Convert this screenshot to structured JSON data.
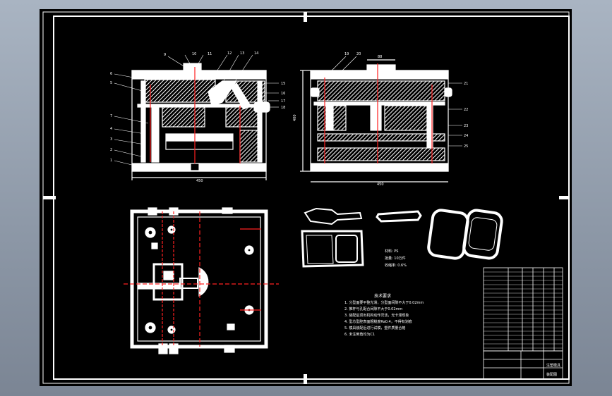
{
  "drawing": {
    "dimension_width": "450",
    "dimension_right": "400",
    "dimension_top": "88",
    "left_callouts": [
      "6",
      "5",
      "7",
      "4",
      "3",
      "2",
      "1"
    ],
    "top_callouts_left": [
      "9",
      "10",
      "11",
      "12",
      "13",
      "14"
    ],
    "right_callouts_left": [
      "15",
      "16",
      "17",
      "18"
    ],
    "top_callouts_right": [
      "19",
      "20"
    ],
    "right_callouts_right": [
      "21",
      "22",
      "23",
      "24",
      "25"
    ],
    "part_info": {
      "material": "材料: PS",
      "batch": "批量: 10万件",
      "shrink": "收缩率: 0.6%"
    },
    "tech_title": "技术要求",
    "tech_notes": [
      "1. 分型面要平整光滑，分型面间隙不大于0.02mm",
      "2. 推杆与孔配合间隙不大于0.02mm",
      "3. 装配后顶出机构动作灵活，无卡滞现象",
      "4. 型芯型腔表面粗糙度Ra0.4，不得有划痕",
      "5. 模具装配后进行试模，塑件质量合格",
      "6. 未注倒角均为C1"
    ],
    "title_block": {
      "drawing_name": "注塑模具",
      "drawing_no": "装配图"
    }
  }
}
